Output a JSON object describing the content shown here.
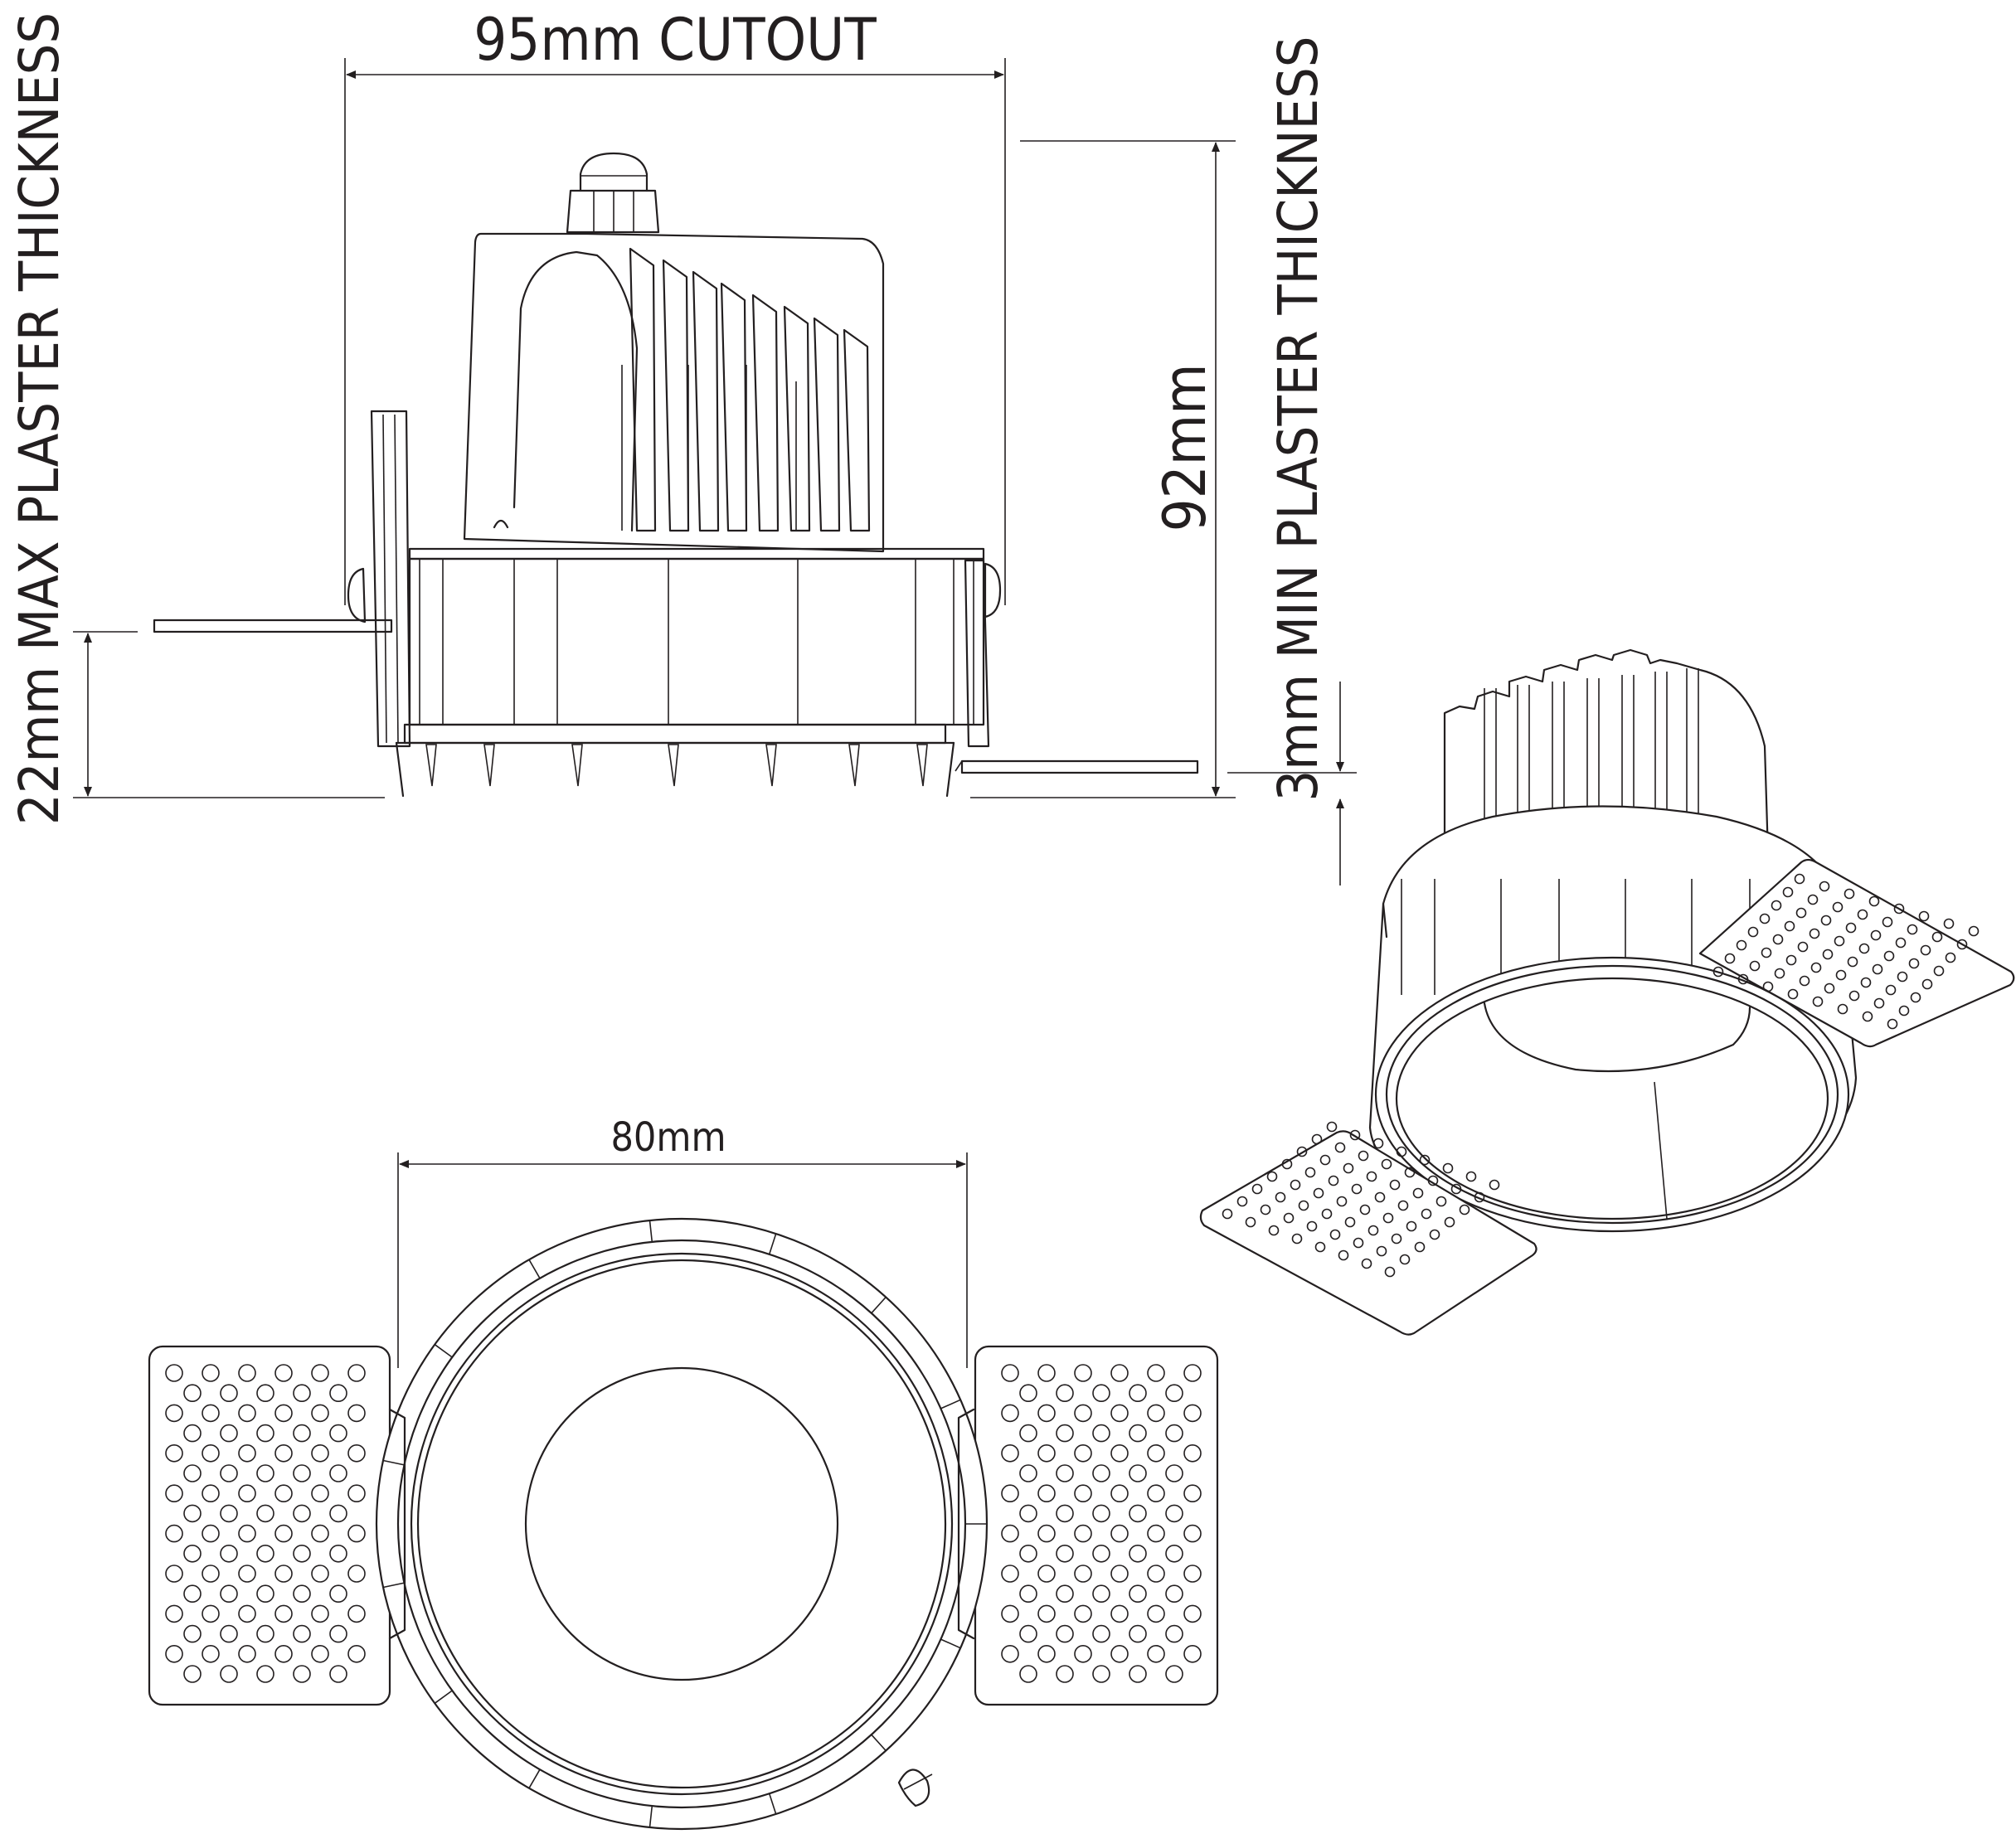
{
  "dimensions": {
    "cutout": "95mm CUTOUT",
    "height": "92mm",
    "max_plaster": "22mm MAX PLASTER THICKNESS",
    "min_plaster": "3mm MIN PLASTER THICKNESS",
    "diameter": "80mm"
  },
  "colors": {
    "line": "#231f20",
    "background": "#ffffff"
  },
  "views": [
    "side-elevation",
    "isometric",
    "plan"
  ]
}
